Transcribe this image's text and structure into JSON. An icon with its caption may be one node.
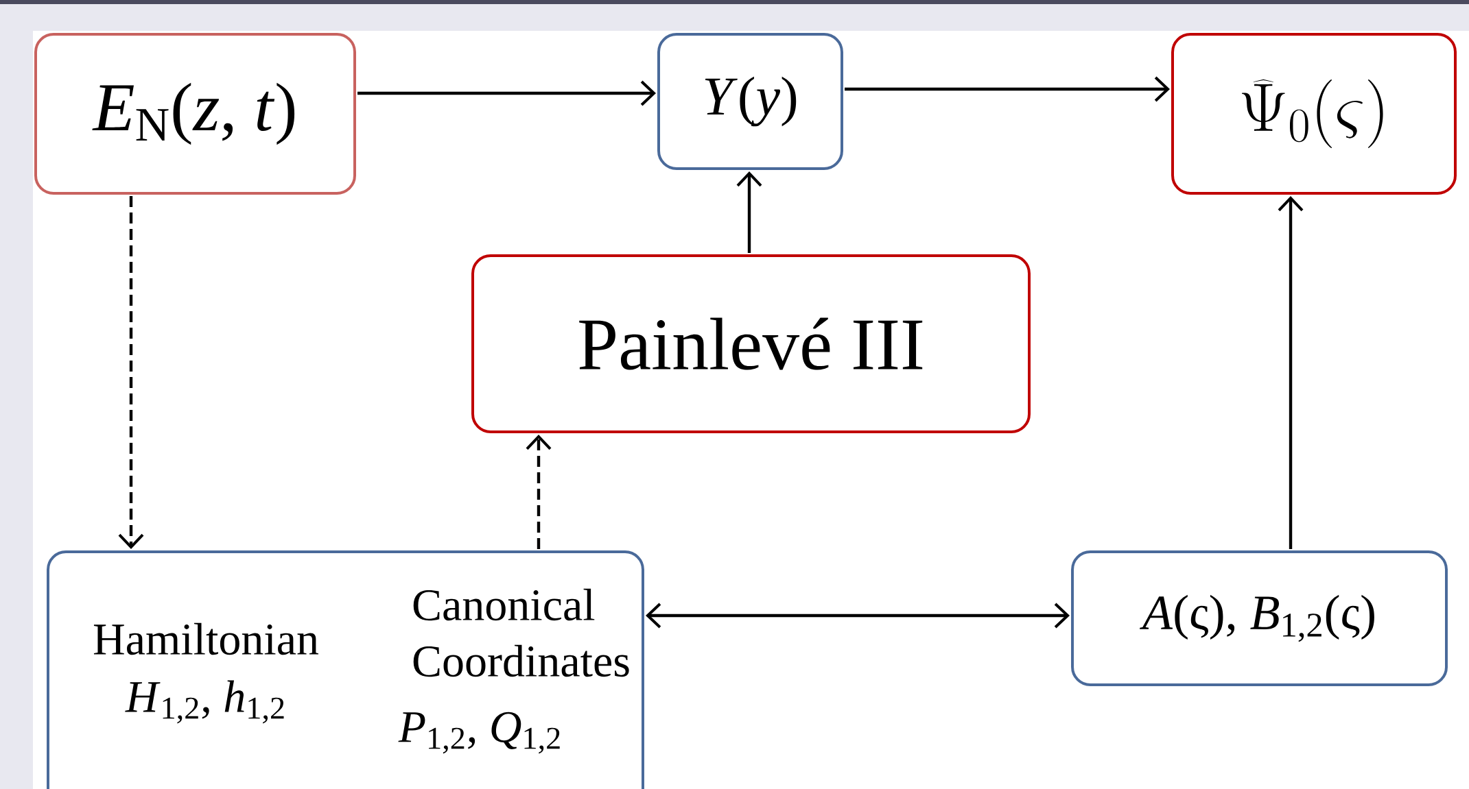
{
  "diagram": {
    "nodes": [
      {
        "text": [
          "*E*$_{N}$(*z*, *t*)"
        ]
      },
      {
        "text": [
          "*Y*(*y*)"
        ]
      },
      {
        "text": [
          "\\widehat{\\Psi}_0(\\varsigma)"
        ]
      },
      {
        "text": [
          "Painlevé III"
        ]
      },
      {
        "text": [
          "Hamiltonian",
          "*H*$_{1,2}$, *h*$_{1,2}$",
          "Canonical Coordinates",
          "*P*$_{1,2}$, *Q*$_{1,2}$"
        ]
      },
      {
        "text": [
          "*A*(ς), *B*$_{1,2}$(ς)"
        ]
      }
    ],
    "edges": [
      {
        "from": 0,
        "to": 1,
        "arrow": "to"
      },
      {
        "from": 1,
        "to": 2,
        "arrow": "to"
      },
      {
        "from": 3,
        "to": 1,
        "arrow": "to"
      },
      {
        "from": 0,
        "to": 4,
        "arrow": "to",
        "style": "dashed"
      },
      {
        "from": 4,
        "to": 3,
        "arrow": "to",
        "style": "dashed"
      },
      {
        "from": 4,
        "to": 5,
        "arrow": "both"
      },
      {
        "from": 5,
        "to": 2,
        "arrow": "to"
      }
    ]
  }
}
